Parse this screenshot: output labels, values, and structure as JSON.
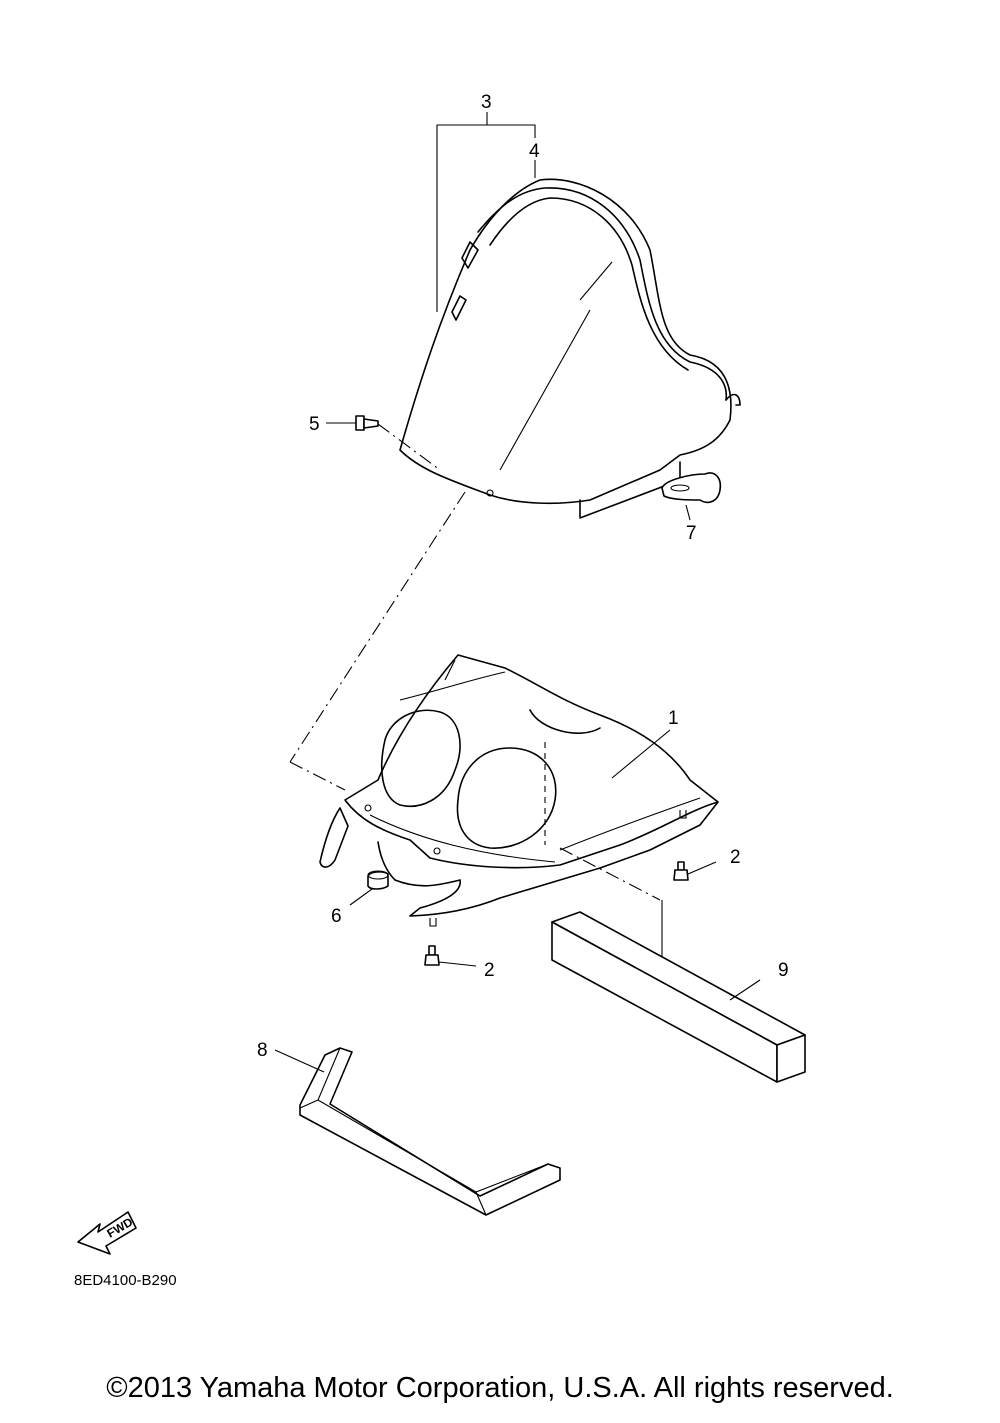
{
  "callouts": [
    "1",
    "2",
    "2",
    "3",
    "4",
    "5",
    "6",
    "7",
    "8",
    "9"
  ],
  "direction_arrow": {
    "label": "FWD",
    "icon": "fwd-arrow-icon"
  },
  "diagram_code": "8ED4100-B290",
  "copyright": "©2013 Yamaha Motor Corporation, U.S.A. All rights reserved."
}
